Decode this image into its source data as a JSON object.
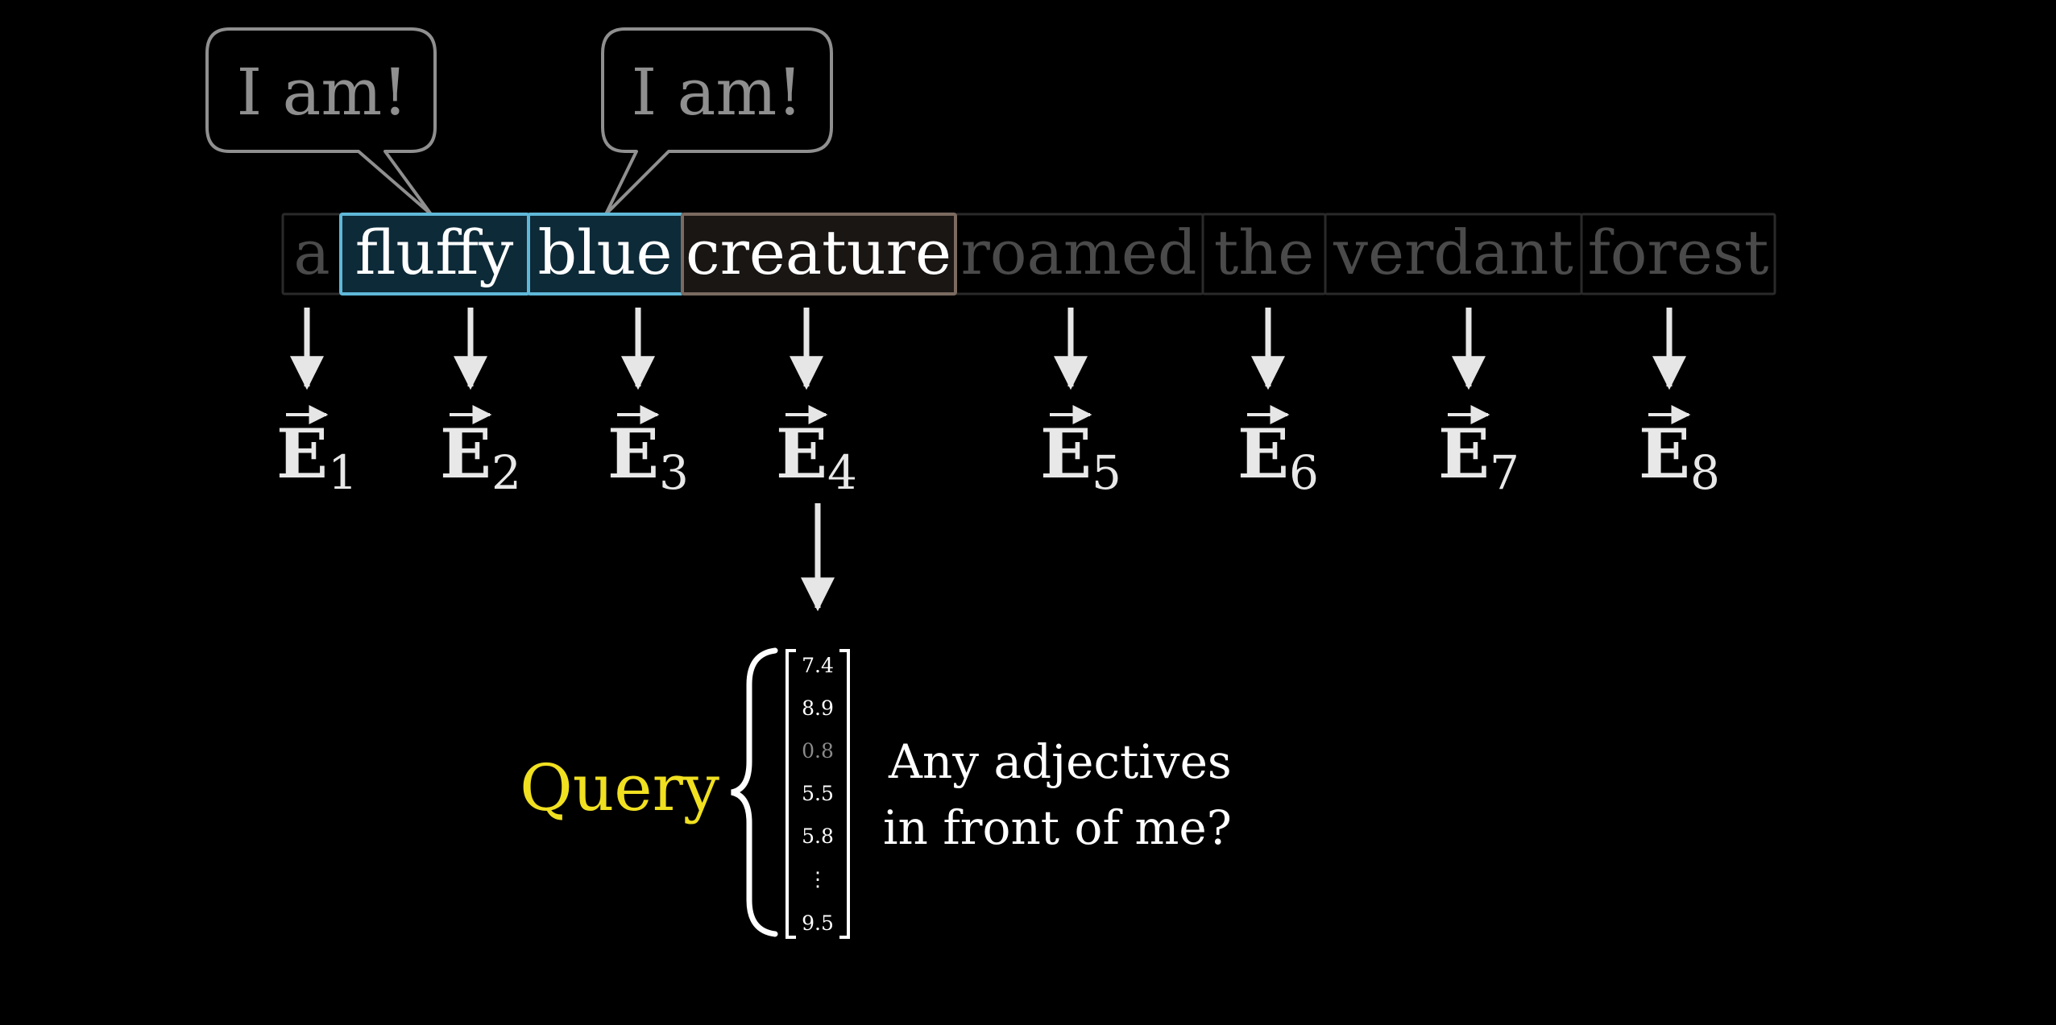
{
  "speech_bubbles": [
    {
      "text": "I am!"
    },
    {
      "text": "I am!"
    }
  ],
  "tokens": [
    {
      "text": "a",
      "state": "dim"
    },
    {
      "text": "fluffy",
      "state": "adjective"
    },
    {
      "text": "blue",
      "state": "adjective"
    },
    {
      "text": "creature",
      "state": "focus"
    },
    {
      "text": "roamed",
      "state": "dim"
    },
    {
      "text": "the",
      "state": "dim"
    },
    {
      "text": "verdant",
      "state": "dim"
    },
    {
      "text": "forest",
      "state": "dim"
    }
  ],
  "embeddings": [
    {
      "symbol": "E",
      "index": "1"
    },
    {
      "symbol": "E",
      "index": "2"
    },
    {
      "symbol": "E",
      "index": "3"
    },
    {
      "symbol": "E",
      "index": "4"
    },
    {
      "symbol": "E",
      "index": "5"
    },
    {
      "symbol": "E",
      "index": "6"
    },
    {
      "symbol": "E",
      "index": "7"
    },
    {
      "symbol": "E",
      "index": "8"
    }
  ],
  "query": {
    "label": "Query",
    "values": [
      "7.4",
      "8.9",
      "0.8",
      "5.5",
      "5.8",
      "⋮",
      "9.5"
    ],
    "question_lines": [
      "Any adjectives",
      "in front of me?"
    ]
  },
  "colors": {
    "background": "#000000",
    "adjective_border": "#5fb8d8",
    "adjective_fill": "#0d2a38",
    "focus_border": "#7a6a60",
    "focus_fill": "#1a1614",
    "dim_border": "#2a2a2a",
    "dim_text": "#4a4a4a",
    "bright_text": "#ffffff",
    "query_label": "#f0e020",
    "bubble_stroke": "#8f8f8f",
    "arrow": "#e6e6e6"
  }
}
